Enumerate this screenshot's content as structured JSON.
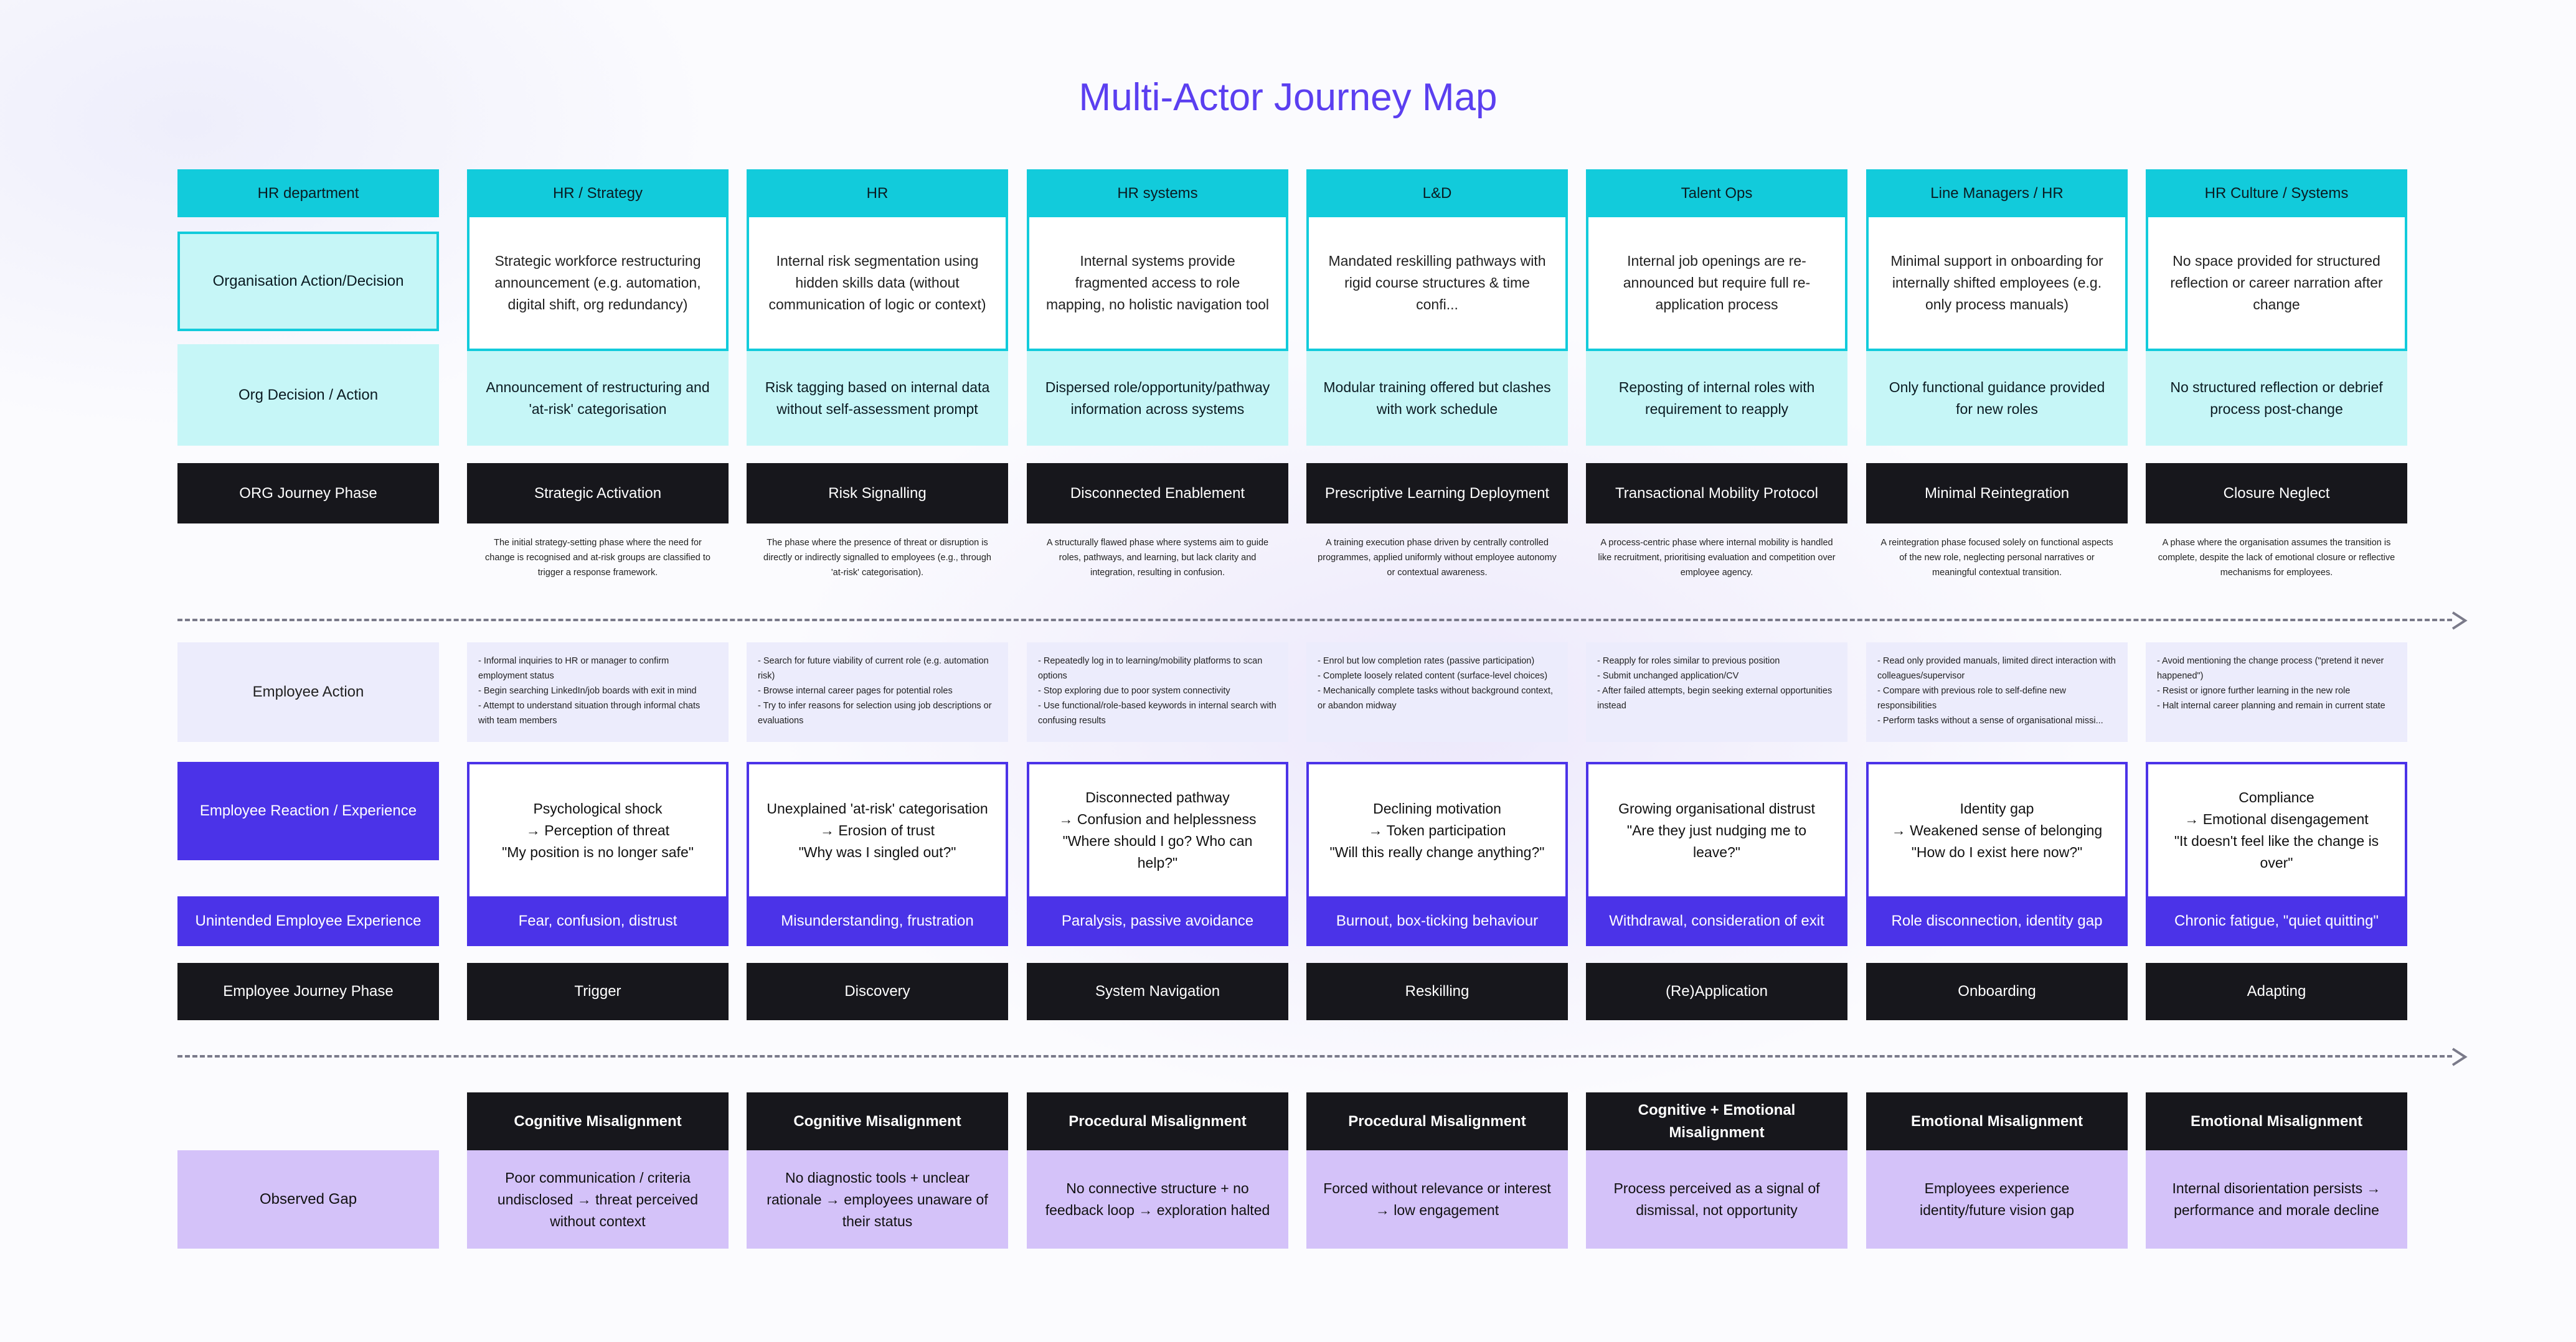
{
  "title": "Multi-Actor Journey Map",
  "row_labels": {
    "hr_department": "HR department",
    "org_action": "Organisation Action/Decision",
    "org_decision": "Org Decision / Action",
    "org_phase": "ORG Journey Phase",
    "employee_action": "Employee Action",
    "employee_reaction": "Employee Reaction / Experience",
    "unintended": "Unintended Employee Experience",
    "employee_phase": "Employee Journey Phase",
    "observed_gap": "Observed Gap"
  },
  "columns": [
    {
      "actor": "HR / Strategy",
      "org_action": "Strategic workforce restructuring announcement (e.g. automation, digital shift, org redundancy)",
      "org_decision": "Announcement of restructuring and 'at-risk' categorisation",
      "org_phase": "Strategic Activation",
      "org_phase_desc": "The initial strategy-setting phase where the need for change is recognised and at-risk groups are classified to trigger a response framework.",
      "employee_action": "- Informal inquiries to HR or manager to confirm employment status\n- Begin searching LinkedIn/job boards with exit in mind\n- Attempt to understand situation through informal chats with team members",
      "reaction": "Psychological shock\n→ Perception of threat\n\"My position is no longer safe\"",
      "unintended": "Fear, confusion, distrust",
      "employee_phase": "Trigger",
      "gap_type": "Cognitive Misalignment",
      "gap": "Poor communication / criteria undisclosed → threat perceived without context"
    },
    {
      "actor": "HR",
      "org_action": "Internal risk segmentation using hidden skills data (without communication of logic or context)",
      "org_decision": "Risk tagging based on internal data without self-assessment prompt",
      "org_phase": "Risk Signalling",
      "org_phase_desc": "The phase where the presence of threat or disruption is directly or indirectly signalled to employees (e.g., through 'at-risk' categorisation).",
      "employee_action": "- Search for future viability of current role (e.g. automation risk)\n- Browse internal career pages for potential roles\n- Try to infer reasons for selection using job descriptions or evaluations",
      "reaction": "Unexplained 'at-risk' categorisation\n→ Erosion of trust\n\"Why was I singled out?\"",
      "unintended": "Misunderstanding, frustration",
      "employee_phase": "Discovery",
      "gap_type": "Cognitive Misalignment",
      "gap": "No diagnostic tools + unclear rationale → employees unaware of their status"
    },
    {
      "actor": "HR systems",
      "org_action": "Internal systems provide fragmented access to role mapping, no holistic navigation tool",
      "org_decision": "Dispersed role/opportunity/pathway information across systems",
      "org_phase": "Disconnected Enablement",
      "org_phase_desc": "A structurally flawed phase where systems aim to guide roles, pathways, and learning, but lack clarity and integration, resulting in confusion.",
      "employee_action": "- Repeatedly log in to learning/mobility platforms to scan options\n- Stop exploring due to poor system connectivity\n- Use functional/role-based keywords in internal search with confusing results",
      "reaction": "Disconnected pathway\n→ Confusion and helplessness\n\"Where should I go? Who can help?\"",
      "unintended": "Paralysis, passive avoidance",
      "employee_phase": "System Navigation",
      "gap_type": "Procedural Misalignment",
      "gap": "No connective structure + no feedback loop → exploration halted"
    },
    {
      "actor": "L&D",
      "org_action": "Mandated reskilling pathways with rigid course structures & time confi...",
      "org_decision": "Modular training offered but clashes with work schedule",
      "org_phase": "Prescriptive Learning Deployment",
      "org_phase_desc": "A training execution phase driven by centrally controlled programmes, applied uniformly without employee autonomy or contextual awareness.",
      "employee_action": "- Enrol but low completion rates (passive participation)\n- Complete loosely related content (surface-level choices)\n- Mechanically complete tasks without background context, or abandon midway",
      "reaction": "Declining motivation\n→ Token participation\n\"Will this really change anything?\"",
      "unintended": "Burnout, box-ticking behaviour",
      "employee_phase": "Reskilling",
      "gap_type": "Procedural Misalignment",
      "gap": "Forced without relevance or interest → low engagement"
    },
    {
      "actor": "Talent Ops",
      "org_action": "Internal job openings are re-announced but require full re-application process",
      "org_decision": "Reposting of internal roles with requirement to reapply",
      "org_phase": "Transactional Mobility Protocol",
      "org_phase_desc": "A process-centric phase where internal mobility is handled like recruitment, prioritising evaluation and competition over employee agency.",
      "employee_action": "- Reapply for roles similar to previous position\n- Submit unchanged application/CV\n- After failed attempts, begin seeking external opportunities instead",
      "reaction": "Growing organisational distrust\n\"Are they just nudging me to leave?\"",
      "unintended": "Withdrawal, consideration of exit",
      "employee_phase": "(Re)Application",
      "gap_type": "Cognitive + Emotional Misalignment",
      "gap": "Process perceived as a signal of dismissal, not opportunity"
    },
    {
      "actor": "Line Managers / HR",
      "org_action": "Minimal support in onboarding for internally shifted employees (e.g. only process manuals)",
      "org_decision": "Only functional guidance provided for new roles",
      "org_phase": "Minimal Reintegration",
      "org_phase_desc": "A reintegration phase focused solely on functional aspects of the new role, neglecting personal narratives or meaningful contextual transition.",
      "employee_action": "- Read only provided manuals, limited direct interaction with colleagues/supervisor\n- Compare with previous role to self-define new responsibilities\n- Perform tasks without a sense of organisational missi...",
      "reaction": "Identity gap\n→ Weakened sense of belonging\n\"How do I exist here now?\"",
      "unintended": "Role disconnection, identity gap",
      "employee_phase": "Onboarding",
      "gap_type": "Emotional Misalignment",
      "gap": "Employees experience identity/future vision gap"
    },
    {
      "actor": "HR Culture / Systems",
      "org_action": "No space provided for structured reflection or career narration after change",
      "org_decision": "No structured reflection or debrief process post-change",
      "org_phase": "Closure Neglect",
      "org_phase_desc": "A phase where the organisation assumes the transition is complete, despite the lack of emotional closure or reflective mechanisms for employees.",
      "employee_action": "- Avoid mentioning the change process (\"pretend it never happened\")\n- Resist or ignore further learning in the new role\n- Halt internal career planning and remain in current state",
      "reaction": "Compliance\n→ Emotional disengagement\n\"It doesn't feel like the change is over\"",
      "unintended": "Chronic fatigue, \"quiet quitting\"",
      "employee_phase": "Adapting",
      "gap_type": "Emotional Misalignment",
      "gap": "Internal disorientation persists → performance and morale decline"
    }
  ],
  "colors": {
    "accent": "#5b3ff0",
    "teal": "#12cbdb",
    "light_teal": "#c6f6f7",
    "violet": "#4b33e8",
    "lavender": "#ececfc",
    "purple": "#d4c2f9",
    "black": "#17171c"
  }
}
